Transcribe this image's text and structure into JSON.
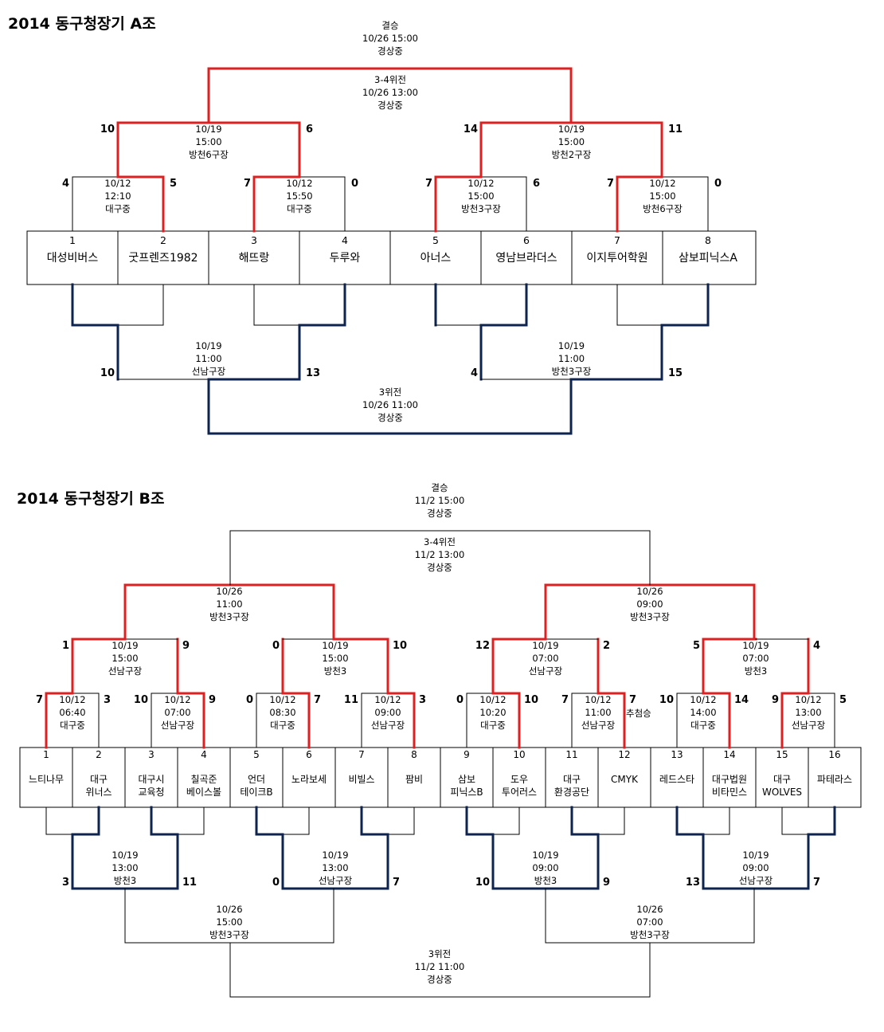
{
  "colors": {
    "winner_line": "#e02020",
    "loser_line": "#0d2350",
    "plain_line": "#000000"
  },
  "groupA": {
    "title": "2014 동구청장기 A조",
    "teams": [
      {
        "seed": "1",
        "name": "대성비버스"
      },
      {
        "seed": "2",
        "name": "굿프렌즈1982"
      },
      {
        "seed": "3",
        "name": "해뜨랑"
      },
      {
        "seed": "4",
        "name": "두루와"
      },
      {
        "seed": "5",
        "name": "아너스"
      },
      {
        "seed": "6",
        "name": "영남브라더스"
      },
      {
        "seed": "7",
        "name": "이지투어학원"
      },
      {
        "seed": "8",
        "name": "삼보피닉스A"
      }
    ],
    "round1": [
      {
        "date": "10/12",
        "time": "12:10",
        "venue": "대구중",
        "left_score": "4",
        "right_score": "5"
      },
      {
        "date": "10/12",
        "time": "15:50",
        "venue": "대구중",
        "left_score": "7",
        "right_score": "0"
      },
      {
        "date": "10/12",
        "time": "15:00",
        "venue": "방천3구장",
        "left_score": "7",
        "right_score": "6"
      },
      {
        "date": "10/12",
        "time": "15:00",
        "venue": "방천6구장",
        "left_score": "7",
        "right_score": "0"
      }
    ],
    "semis": [
      {
        "date": "10/19",
        "time": "15:00",
        "venue": "방천6구장",
        "left_score": "10",
        "right_score": "6"
      },
      {
        "date": "10/19",
        "time": "15:00",
        "venue": "방천2구장",
        "left_score": "14",
        "right_score": "11"
      }
    ],
    "third_fourth": {
      "label": "3-4위전",
      "datetime": "10/26 13:00",
      "venue": "경상중"
    },
    "final": {
      "label": "결승",
      "datetime": "10/26 15:00",
      "venue": "경상중"
    },
    "cons_semis": [
      {
        "date": "10/19",
        "time": "11:00",
        "venue": "선남구장",
        "left_score": "10",
        "right_score": "13"
      },
      {
        "date": "10/19",
        "time": "11:00",
        "venue": "방천3구장",
        "left_score": "4",
        "right_score": "15"
      }
    ],
    "third_place": {
      "label": "3위전",
      "datetime": "10/26 11:00",
      "venue": "경상중"
    }
  },
  "groupB": {
    "title": "2014 동구청장기 B조",
    "teams": [
      {
        "seed": "1",
        "name1": "느티나무",
        "name2": ""
      },
      {
        "seed": "2",
        "name1": "대구",
        "name2": "위너스"
      },
      {
        "seed": "3",
        "name1": "대구시",
        "name2": "교육청"
      },
      {
        "seed": "4",
        "name1": "칠곡준",
        "name2": "베이스볼"
      },
      {
        "seed": "5",
        "name1": "언더",
        "name2": "테이크B"
      },
      {
        "seed": "6",
        "name1": "노라보세",
        "name2": ""
      },
      {
        "seed": "7",
        "name1": "비빌스",
        "name2": ""
      },
      {
        "seed": "8",
        "name1": "팜비",
        "name2": ""
      },
      {
        "seed": "9",
        "name1": "삼보",
        "name2": "피닉스B"
      },
      {
        "seed": "10",
        "name1": "도우",
        "name2": "투어러스"
      },
      {
        "seed": "11",
        "name1": "대구",
        "name2": "환경공단"
      },
      {
        "seed": "12",
        "name1": "CMYK",
        "name2": ""
      },
      {
        "seed": "13",
        "name1": "레드스타",
        "name2": ""
      },
      {
        "seed": "14",
        "name1": "대구법원",
        "name2": "비타민스"
      },
      {
        "seed": "15",
        "name1": "대구",
        "name2": "WOLVES"
      },
      {
        "seed": "16",
        "name1": "파테라스",
        "name2": ""
      }
    ],
    "round1": [
      {
        "date": "10/12",
        "time": "06:40",
        "venue": "대구중",
        "left_score": "7",
        "right_score": "3"
      },
      {
        "date": "10/12",
        "time": "07:00",
        "venue": "선남구장",
        "left_score": "10",
        "right_score": "9"
      },
      {
        "date": "10/12",
        "time": "08:30",
        "venue": "대구중",
        "left_score": "0",
        "right_score": "7"
      },
      {
        "date": "10/12",
        "time": "09:00",
        "venue": "선남구장",
        "left_score": "11",
        "right_score": "3"
      },
      {
        "date": "10/12",
        "time": "10:20",
        "venue": "대구중",
        "left_score": "0",
        "right_score": "10"
      },
      {
        "date": "10/12",
        "time": "11:00",
        "venue": "선남구장",
        "left_score": "7",
        "right_score": "7"
      },
      {
        "date": "10/12",
        "time": "14:00",
        "venue": "대구중",
        "left_score": "10",
        "right_score": "14"
      },
      {
        "date": "10/12",
        "time": "13:00",
        "venue": "선남구장",
        "left_score": "9",
        "right_score": "5"
      }
    ],
    "lottery_note": "추첨승",
    "round2": [
      {
        "date": "10/19",
        "time": "15:00",
        "venue": "선남구장",
        "left_score": "1",
        "right_score": "9"
      },
      {
        "date": "10/19",
        "time": "15:00",
        "venue": "방천3",
        "left_score": "0",
        "right_score": "10"
      },
      {
        "date": "10/19",
        "time": "07:00",
        "venue": "선남구장",
        "left_score": "12",
        "right_score": "2"
      },
      {
        "date": "10/19",
        "time": "07:00",
        "venue": "방천3",
        "left_score": "5",
        "right_score": "4"
      }
    ],
    "semis": [
      {
        "date": "10/26",
        "time": "11:00",
        "venue": "방천3구장"
      },
      {
        "date": "10/26",
        "time": "09:00",
        "venue": "방천3구장"
      }
    ],
    "third_fourth": {
      "label": "3-4위전",
      "datetime": "11/2 13:00",
      "venue": "경상중"
    },
    "final": {
      "label": "결승",
      "datetime": "11/2 15:00",
      "venue": "경상중"
    },
    "cons_r2": [
      {
        "date": "10/19",
        "time": "13:00",
        "venue": "방천3",
        "left_score": "3",
        "right_score": "11"
      },
      {
        "date": "10/19",
        "time": "13:00",
        "venue": "선남구장",
        "left_score": "0",
        "right_score": "7"
      },
      {
        "date": "10/19",
        "time": "09:00",
        "venue": "방천3",
        "left_score": "10",
        "right_score": "9"
      },
      {
        "date": "10/19",
        "time": "09:00",
        "venue": "선남구장",
        "left_score": "13",
        "right_score": "7"
      }
    ],
    "cons_semis": [
      {
        "date": "10/26",
        "time": "15:00",
        "venue": "방천3구장"
      },
      {
        "date": "10/26",
        "time": "07:00",
        "venue": "방천3구장"
      }
    ],
    "third_place": {
      "label": "3위전",
      "datetime": "11/2 11:00",
      "venue": "경상중"
    }
  }
}
